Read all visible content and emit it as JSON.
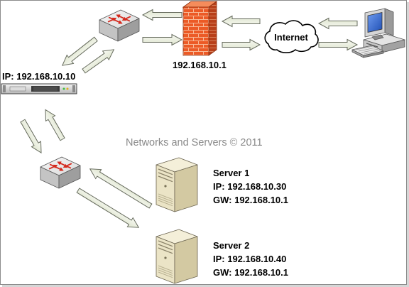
{
  "diagram": {
    "core_switch": {
      "icon": "switch-icon"
    },
    "firewall": {
      "icon": "firewall-icon",
      "ip_label": "192.168.10.1"
    },
    "internet": {
      "icon": "cloud-icon",
      "label": "Internet"
    },
    "workstation": {
      "icon": "desktop-computer-icon"
    },
    "rack_server": {
      "icon": "rack-server-icon",
      "ip_label": "IP: 192.168.10.10"
    },
    "access_switch": {
      "icon": "switch-icon"
    },
    "servers": [
      {
        "icon": "tower-server-icon",
        "name": "Server 1",
        "ip_label": "IP: 192.168.10.30",
        "gw_label": "GW: 192.168.10.1"
      },
      {
        "icon": "tower-server-icon",
        "name": "Server 2",
        "ip_label": "IP: 192.168.10.40",
        "gw_label": "GW: 192.168.10.1"
      }
    ],
    "watermark": "Networks and Servers © 2011"
  },
  "colors": {
    "arrow_fill": "#dfe5cf",
    "arrow_stroke": "#666b5d",
    "firewall_brick": "#ec5a26",
    "switch_arrows": "#d42a1e",
    "server_beige": "#ebe4c6",
    "watermark_text": "#8a8a8a"
  }
}
